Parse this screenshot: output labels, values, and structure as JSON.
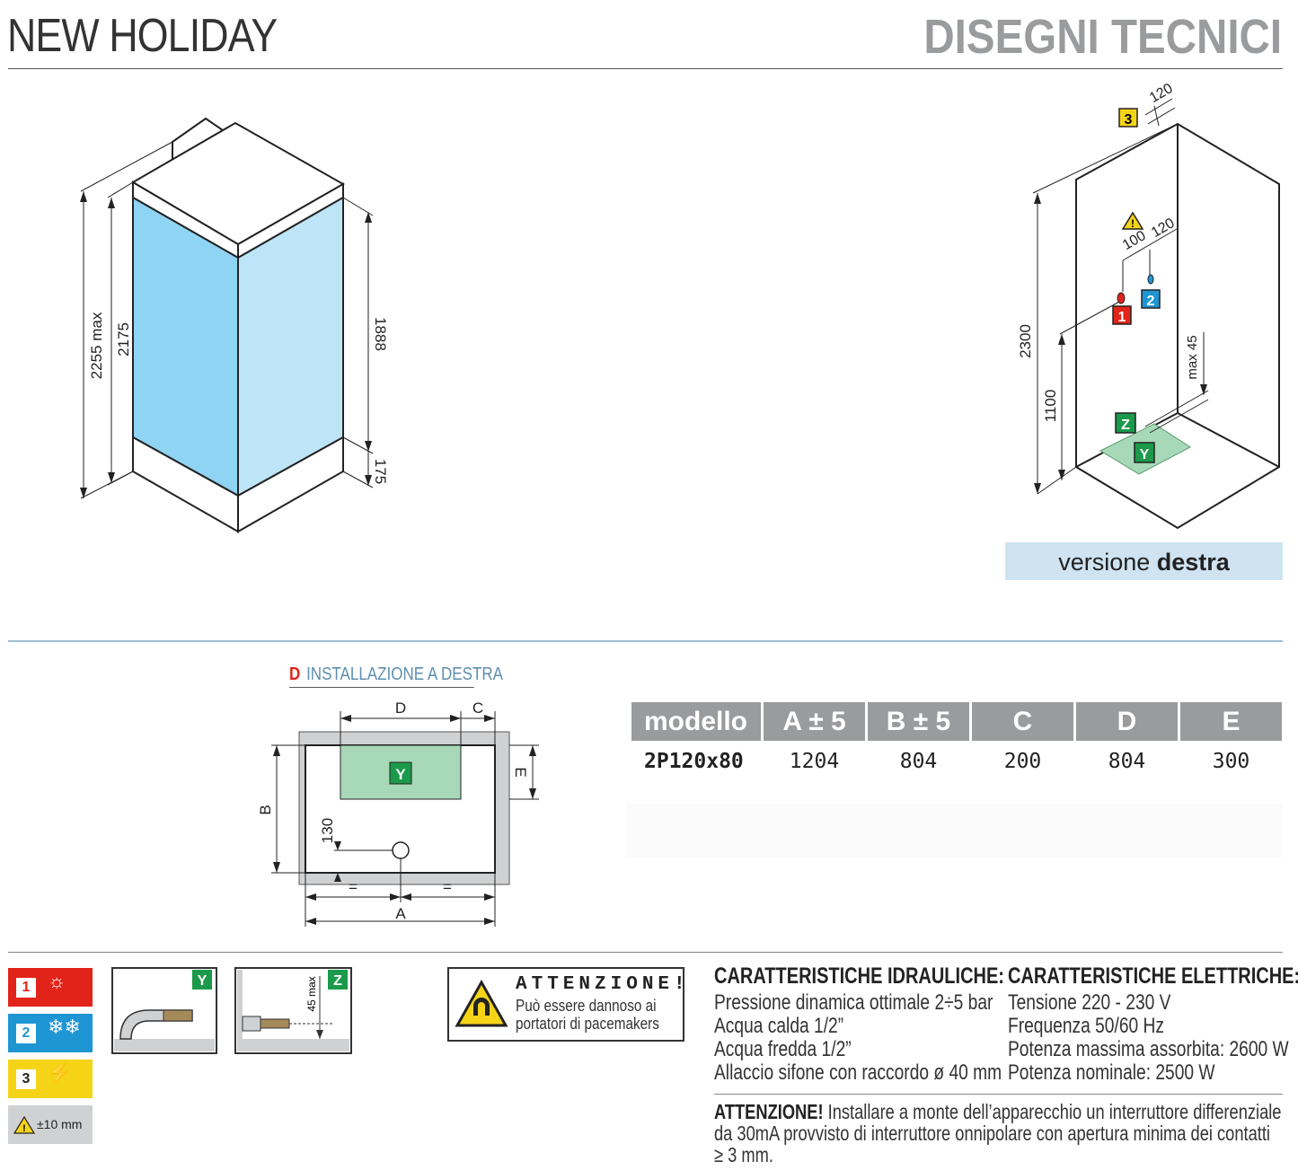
{
  "header": {
    "product": "NEW HOLIDAY",
    "section": "DISEGNI TECNICI"
  },
  "front_view": {
    "dims": {
      "total_max": "2255 max",
      "height": "2175",
      "glass": "1888",
      "base": "175"
    }
  },
  "side_view": {
    "dims": {
      "top_offset": "120",
      "height": "2300",
      "inlet_height": "1100",
      "spacing_a": "100",
      "spacing_b": "120",
      "drain_max": "max 45"
    },
    "markers": {
      "power": "3",
      "hot": "1",
      "cold": "2",
      "drain_z": "Z",
      "drain_y": "Y"
    },
    "version_label": "versione",
    "version_value": "destra"
  },
  "installation": {
    "letter": "D",
    "caption": "INSTALLAZIONE A DESTRA",
    "labels": {
      "d": "D",
      "c": "C",
      "b": "B",
      "e": "E",
      "a": "A",
      "y": "Y",
      "drain_offset": "130",
      "eq": "="
    }
  },
  "spec_table": {
    "headers": [
      "modello",
      "A ± 5",
      "B ± 5",
      "C",
      "D",
      "E"
    ],
    "rows": [
      [
        "2P120x80",
        "1204",
        "804",
        "200",
        "804",
        "300"
      ]
    ]
  },
  "legend": {
    "items": [
      {
        "num": "1",
        "color": "#e2231a",
        "glyph": "☼"
      },
      {
        "num": "2",
        "color": "#1e96d3",
        "glyph": "❄❄"
      },
      {
        "num": "3",
        "color": "#f5d418",
        "glyph": "⚡"
      }
    ],
    "tolerance": "±10 mm",
    "detail_y": "Y",
    "detail_z": "Z",
    "detail_z_dim": "45 max"
  },
  "attention_box": {
    "title": "ATTENZIONE!",
    "line1": "Può essere dannoso ai",
    "line2": "portatori di pacemakers"
  },
  "hydraulic": {
    "heading": "CARATTERISTICHE IDRAULICHE:",
    "lines": [
      "Pressione dinamica ottimale 2÷5 bar",
      "Acqua calda 1/2”",
      "Acqua fredda 1/2”",
      "Allaccio sifone con raccordo ø 40 mm"
    ]
  },
  "electric": {
    "heading": "CARATTERISTICHE ELETTRICHE:",
    "lines": [
      "Tensione 220 - 230 V",
      "Frequenza 50/60 Hz",
      "Potenza massima assorbita: 2600 W",
      "Potenza nominale: 2500 W"
    ]
  },
  "warning": {
    "lead": "ATTENZIONE!",
    "body": " Installare a monte dell’apparecchio un interruttore differenziale da 30mA provvisto di interruttore onnipolare con apertura minima dei contatti ≥ 3 mm."
  },
  "colors": {
    "glass_front": "#8fd4f3",
    "glass_side": "#bde5f7",
    "header_gray": "#9a9b9d",
    "accent_red": "#e2231a",
    "accent_blue": "#1e96d3",
    "accent_yellow": "#f5d418",
    "accent_green": "#1a9a4a",
    "version_bg": "#cfe3f1"
  }
}
